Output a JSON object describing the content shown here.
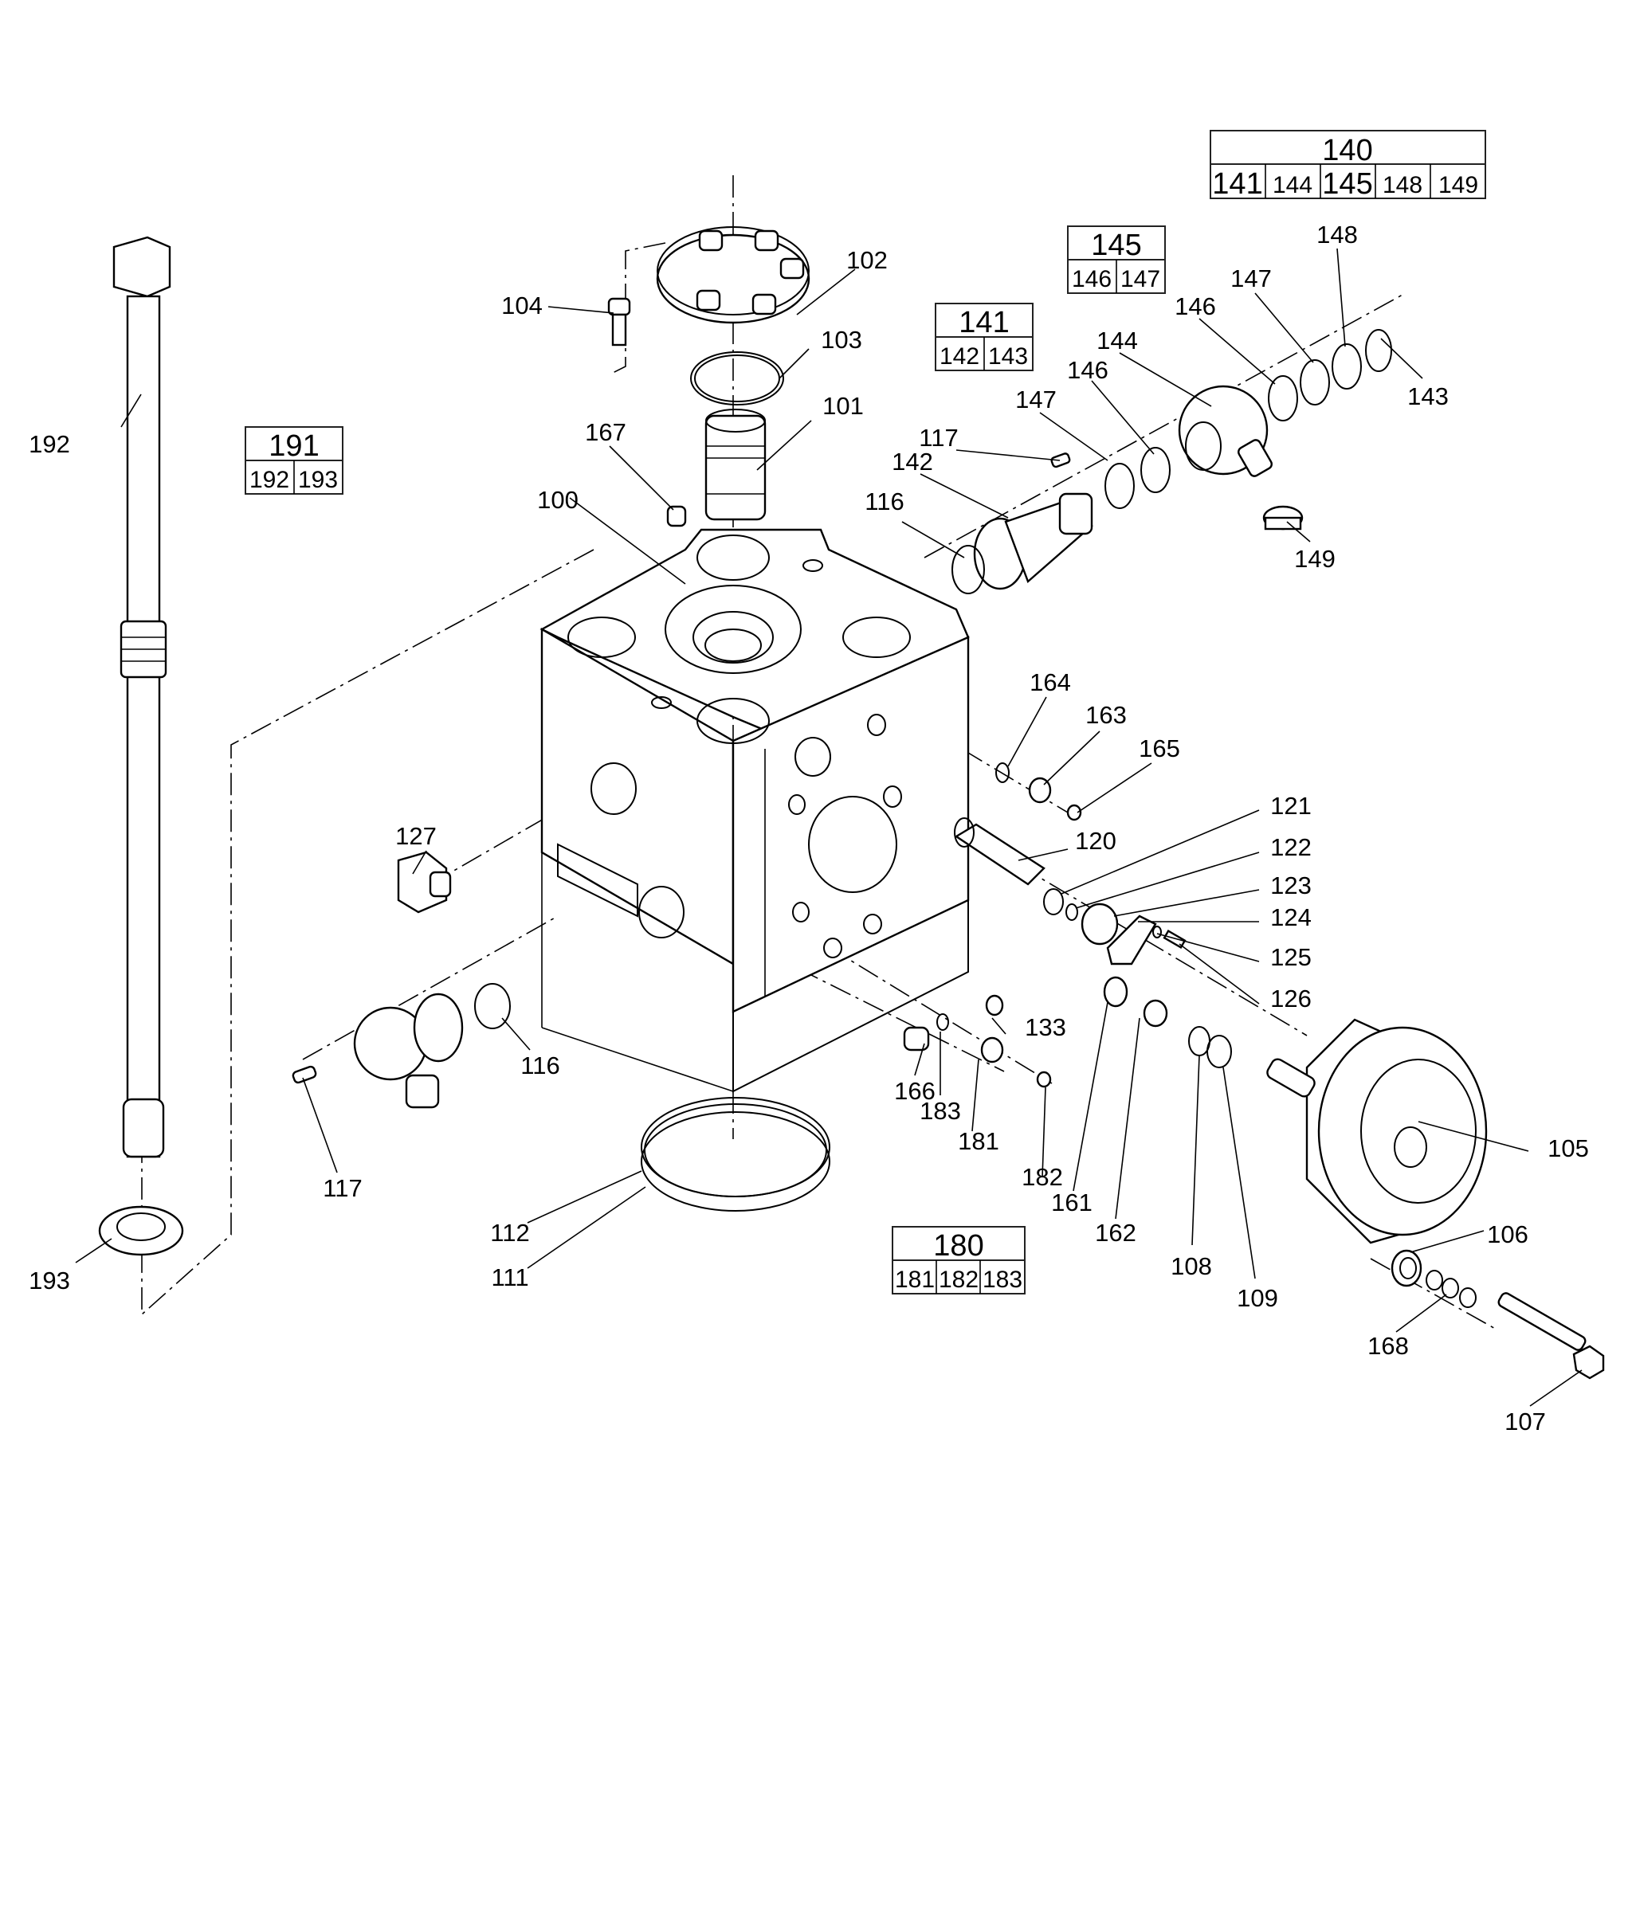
{
  "diagram": {
    "type": "exploded-parts-view",
    "callouts": [
      {
        "id": "100"
      },
      {
        "id": "101"
      },
      {
        "id": "102"
      },
      {
        "id": "103"
      },
      {
        "id": "104"
      },
      {
        "id": "105"
      },
      {
        "id": "106"
      },
      {
        "id": "107"
      },
      {
        "id": "108"
      },
      {
        "id": "109"
      },
      {
        "id": "111"
      },
      {
        "id": "112"
      },
      {
        "id": "116",
        "instance": "upper"
      },
      {
        "id": "116",
        "instance": "lower"
      },
      {
        "id": "117",
        "instance": "upper"
      },
      {
        "id": "117",
        "instance": "lower"
      },
      {
        "id": "120"
      },
      {
        "id": "121"
      },
      {
        "id": "122"
      },
      {
        "id": "123"
      },
      {
        "id": "124"
      },
      {
        "id": "125"
      },
      {
        "id": "126"
      },
      {
        "id": "127"
      },
      {
        "id": "133"
      },
      {
        "id": "142"
      },
      {
        "id": "143"
      },
      {
        "id": "144"
      },
      {
        "id": "146",
        "instance": "inner"
      },
      {
        "id": "146",
        "instance": "outer"
      },
      {
        "id": "147",
        "instance": "inner"
      },
      {
        "id": "147",
        "instance": "outer"
      },
      {
        "id": "148"
      },
      {
        "id": "149"
      },
      {
        "id": "161"
      },
      {
        "id": "162"
      },
      {
        "id": "163"
      },
      {
        "id": "164"
      },
      {
        "id": "165"
      },
      {
        "id": "166"
      },
      {
        "id": "167"
      },
      {
        "id": "168"
      },
      {
        "id": "181"
      },
      {
        "id": "182"
      },
      {
        "id": "183"
      },
      {
        "id": "192"
      },
      {
        "id": "193"
      }
    ],
    "labels": {
      "l100": "100",
      "l101": "101",
      "l102": "102",
      "l103": "103",
      "l104": "104",
      "l105": "105",
      "l106": "106",
      "l107": "107",
      "l108": "108",
      "l109": "109",
      "l111": "111",
      "l112": "112",
      "l116a": "116",
      "l116b": "116",
      "l117a": "117",
      "l117b": "117",
      "l120": "120",
      "l121": "121",
      "l122": "122",
      "l123": "123",
      "l124": "124",
      "l125": "125",
      "l126": "126",
      "l127": "127",
      "l133": "133",
      "l142": "142",
      "l143": "143",
      "l144": "144",
      "l146a": "146",
      "l146b": "146",
      "l147a": "147",
      "l147b": "147",
      "l148": "148",
      "l149": "149",
      "l161": "161",
      "l162": "162",
      "l163": "163",
      "l164": "164",
      "l165": "165",
      "l166": "166",
      "l167": "167",
      "l168": "168",
      "l181": "181",
      "l182": "182",
      "l183": "183",
      "l192": "192",
      "l193": "193"
    },
    "kit_tables": {
      "kit140": {
        "header": "140",
        "cells": [
          "141",
          "144",
          "145",
          "148",
          "149"
        ]
      },
      "kit141": {
        "header": "141",
        "cells": [
          "142",
          "143"
        ]
      },
      "kit145": {
        "header": "145",
        "cells": [
          "146",
          "147"
        ]
      },
      "kit180": {
        "header": "180",
        "cells": [
          "181",
          "182",
          "183"
        ]
      },
      "kit191": {
        "header": "191",
        "cells": [
          "192",
          "193"
        ]
      }
    }
  }
}
